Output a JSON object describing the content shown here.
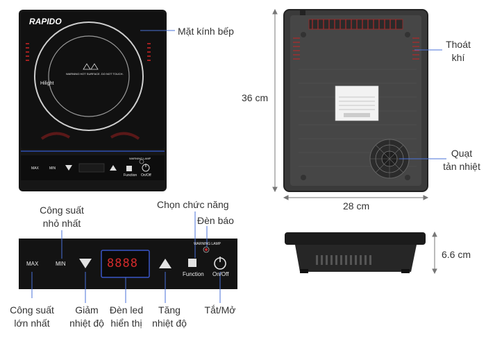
{
  "brand": "RAPIDO",
  "top_cooker": {
    "hilight": "Hilight",
    "warning": "WARNING HOT SURFACE. DO NOT TOUCH.",
    "warning_lamp": "WARNING LAMP",
    "max": "MAX",
    "min": "MIN",
    "function": "Function",
    "onoff": "On/Off"
  },
  "labels": {
    "glass": "Mặt kính bếp",
    "exhaust_l1": "Thoát",
    "exhaust_l2": "khí",
    "height": "36 cm",
    "fan_l1": "Quạt",
    "fan_l2": "tản nhiệt",
    "width": "28 cm",
    "depth": "6.6 cm",
    "min_power_l1": "Công suất",
    "min_power_l2": "nhỏ nhất",
    "choose_function": "Chọn chức năng",
    "lamp": "Đèn báo",
    "max_power_l1": "Công suất",
    "max_power_l2": "lớn nhất",
    "decrease_l1": "Giảm",
    "decrease_l2": "nhiệt độ",
    "led_l1": "Đèn led",
    "led_l2": "hiển thị",
    "increase_l1": "Tăng",
    "increase_l2": "nhiệt độ",
    "onoff": "Tắt/Mở"
  },
  "panel": {
    "max": "MAX",
    "min": "MIN",
    "display": "8888",
    "warning_lamp": "WARNING LAMP",
    "function": "Function",
    "onoff": "On/Off"
  },
  "colors": {
    "body": "#1a1a1a",
    "accent_red": "#c0282d",
    "display_border": "#3a56c8",
    "leader": "#4a72d8"
  }
}
